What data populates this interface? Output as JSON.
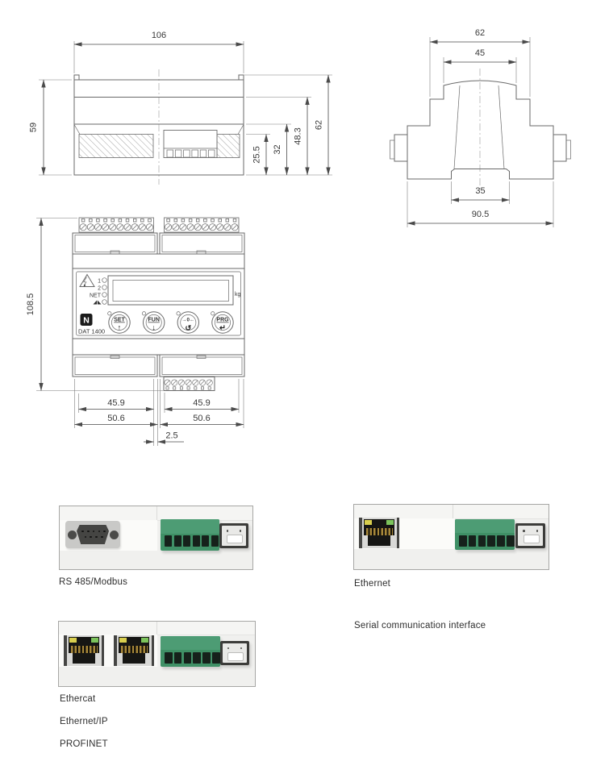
{
  "colors": {
    "line": "#6a6a6a",
    "dim": "#4a4a4a",
    "text": "#3a3a3a",
    "center": "#9a9a9a",
    "photo_bg": "#f0f0ee",
    "photo_border": "#a7a7a5",
    "band": "#fbfbf9",
    "band_top": "#f5f5f3",
    "green": "#3f9066",
    "green_light": "#4d9c74",
    "hole": "#16211b",
    "db9_body": "#c9c9c7",
    "db9_face": "#454543",
    "metal": "#d9d9d7",
    "jack": "#161614",
    "pins": "#a8883a",
    "led_yellow": "#d9cf4e",
    "led_green": "#7cc45c",
    "usb_frame": "#3c3c3a",
    "usb_face": "#e9e9e7",
    "caption": "#2e2e2e"
  },
  "drawings": {
    "front_view": {
      "dim_width": "106",
      "dim_height": "59",
      "dim_hatch": "25.5",
      "dim_ledge": "32",
      "dim_mid": "48.3",
      "dim_total": "62"
    },
    "side_view": {
      "dim_outer": "62",
      "dim_top": "45",
      "dim_slot": "35",
      "dim_base": "90.5"
    },
    "panel_view": {
      "dim_height": "108.5",
      "dim_terminal_left": "45.9",
      "dim_terminal_right": "45.9",
      "dim_module_left": "50.6",
      "dim_module_right": "50.6",
      "dim_gap": "2.5",
      "led_1": "1",
      "led_2": "2",
      "led_net": "NET",
      "unit": "kg",
      "model": "DAT 1400",
      "nfc_mark": "N",
      "buttons": [
        {
          "label": "SET",
          "symbol": "↑"
        },
        {
          "label": "FUN",
          "symbol": "↓"
        },
        {
          "label": "→0←",
          "symbol": "↺"
        },
        {
          "label": "PRG",
          "symbol": "↵"
        }
      ]
    }
  },
  "photos": {
    "rs485": {
      "caption": "RS 485/Modbus"
    },
    "ethernet": {
      "caption": "Ethernet"
    },
    "serial_label": "Serial communication interface",
    "fieldbus": {
      "caption_1": "Ethercat",
      "caption_2": "Ethernet/IP",
      "caption_3": "PROFINET"
    }
  },
  "icons": {
    "warning": "hazard-triangle-lightning-icon",
    "stability": "weight-stable-icon",
    "nfc": "nfc-n-mark-icon"
  }
}
